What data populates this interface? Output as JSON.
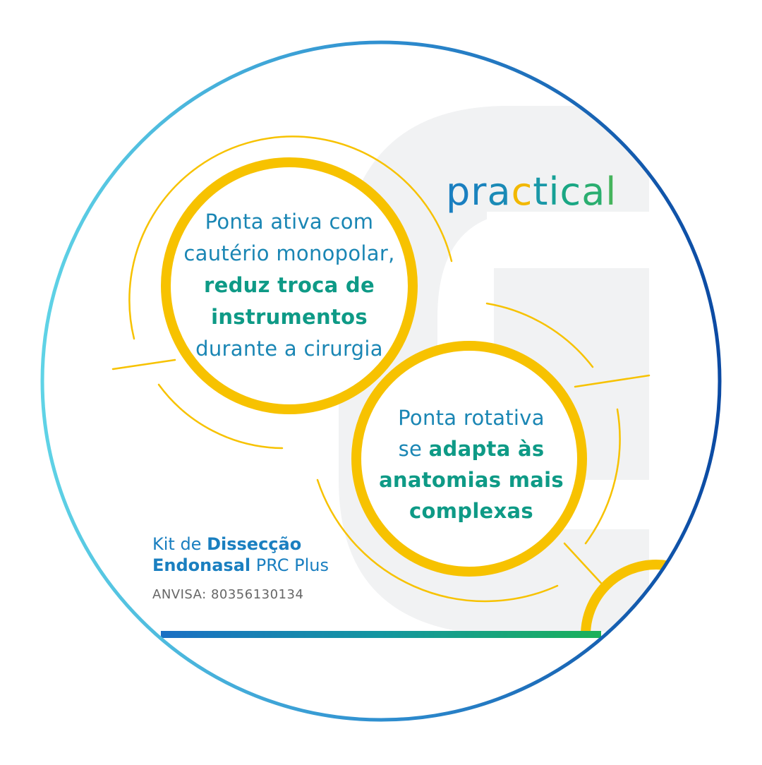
{
  "colors": {
    "yellow": "#f7c200",
    "blue_dark": "#0d4ea6",
    "blue_light": "#58c8e4",
    "teal": "#0e9a86",
    "green": "#1ab15a",
    "gray_shape": "#f1f2f3"
  },
  "logo": {
    "letters": [
      "p",
      "r",
      "a",
      "c",
      "t",
      "i",
      "c",
      "a",
      "l"
    ],
    "colors": [
      "#1a7fc0",
      "#1a83bd",
      "#1a8ab6",
      "#f2b800",
      "#1a98a8",
      "#16a096",
      "#1aa784",
      "#2bae70",
      "#45b45c"
    ]
  },
  "circle1": {
    "line1": "Ponta ativa com",
    "line2": "cautério monopolar,",
    "bold1": "reduz troca de",
    "bold2": "instrumentos",
    "line3": "durante a cirurgia"
  },
  "circle2": {
    "line1": "Ponta rotativa",
    "line2_light": "se ",
    "line2_bold": "adapta às",
    "bold2": "anatomias mais",
    "bold3": "complexas"
  },
  "product": {
    "prefix": "Kit de ",
    "bold1": "Dissecção",
    "bold2": "Endonasal",
    "suffix": " PRC Plus",
    "anvisa": "ANVISA: 80356130134"
  }
}
